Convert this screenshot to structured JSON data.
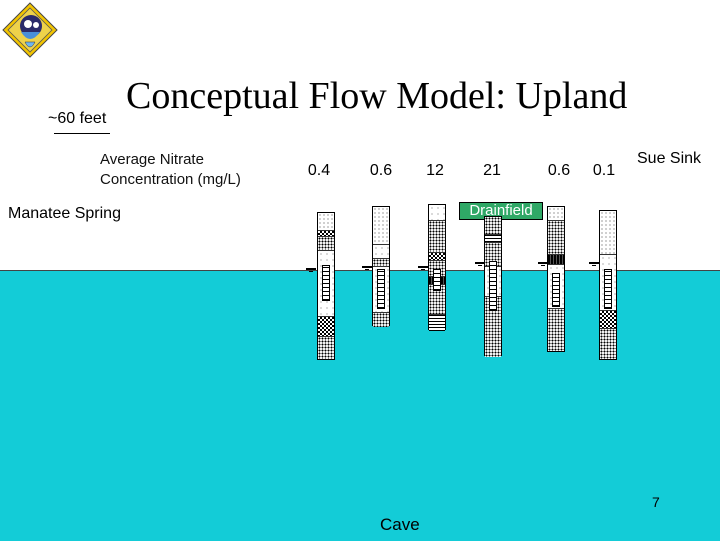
{
  "title": "Conceptual Flow Model: Upland",
  "scale_label": "~60 feet",
  "nitrate_label": {
    "line1": "Average Nitrate",
    "line2": "Concentration (mg/L)"
  },
  "nitrate_values": [
    "0.4",
    "0.6",
    "12",
    "21",
    "0.6",
    "0.1"
  ],
  "labels": {
    "west_end": "Manatee Spring",
    "east_end": "Sue Sink",
    "drainfield": "Drainfield",
    "cave": "Cave"
  },
  "page_number": "7",
  "colors": {
    "water": "#13ccd7",
    "drainfield": "#2fa866"
  },
  "icons": [
    "logo-icon"
  ]
}
